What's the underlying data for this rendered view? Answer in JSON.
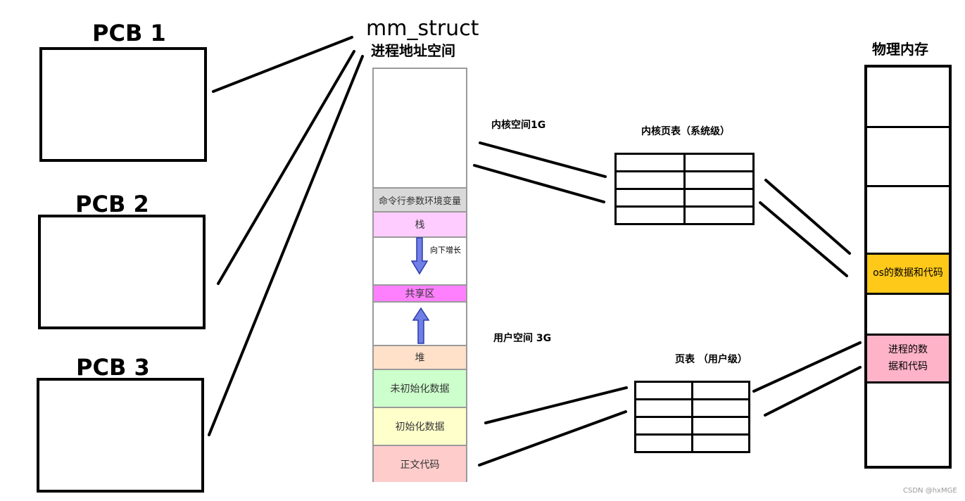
{
  "pcbs": [
    {
      "label": "PCB 1"
    },
    {
      "label": "PCB 2"
    },
    {
      "label": "PCB 3"
    }
  ],
  "mm_struct": {
    "title": "mm_struct",
    "subtitle": "进程地址空间",
    "segments": {
      "cmdline_env": "命令行参数环境变量",
      "stack": "栈",
      "stack_growth": "向下增长",
      "shared": "共享区",
      "heap": "堆",
      "bss": "未初始化数据",
      "data": "初始化数据",
      "text": "正文代码"
    },
    "colors": {
      "cmdline_env": "#d9d9d9",
      "stack": "#ffccff",
      "shared": "#ff80ff",
      "heap": "#ffe0c8",
      "bss": "#ccffcc",
      "data": "#ffffcc",
      "text": "#ffcccc",
      "arrow": "#6f7fe6"
    }
  },
  "labels": {
    "kernel_space": "内核空间1G",
    "user_space": "用户空间 3G"
  },
  "page_tables": {
    "kernel_title": "内核页表（系统级）",
    "user_title": "页表 （用户级）"
  },
  "physical_memory": {
    "title": "物理内存",
    "os_cell": "os的数据和代码",
    "proc_cell_line1": "进程的数",
    "proc_cell_line2": "据和代码",
    "colors": {
      "os_cell": "#ffc91a",
      "proc_cell": "#ffb3c8"
    }
  },
  "watermark": "CSDN @hxMGE"
}
